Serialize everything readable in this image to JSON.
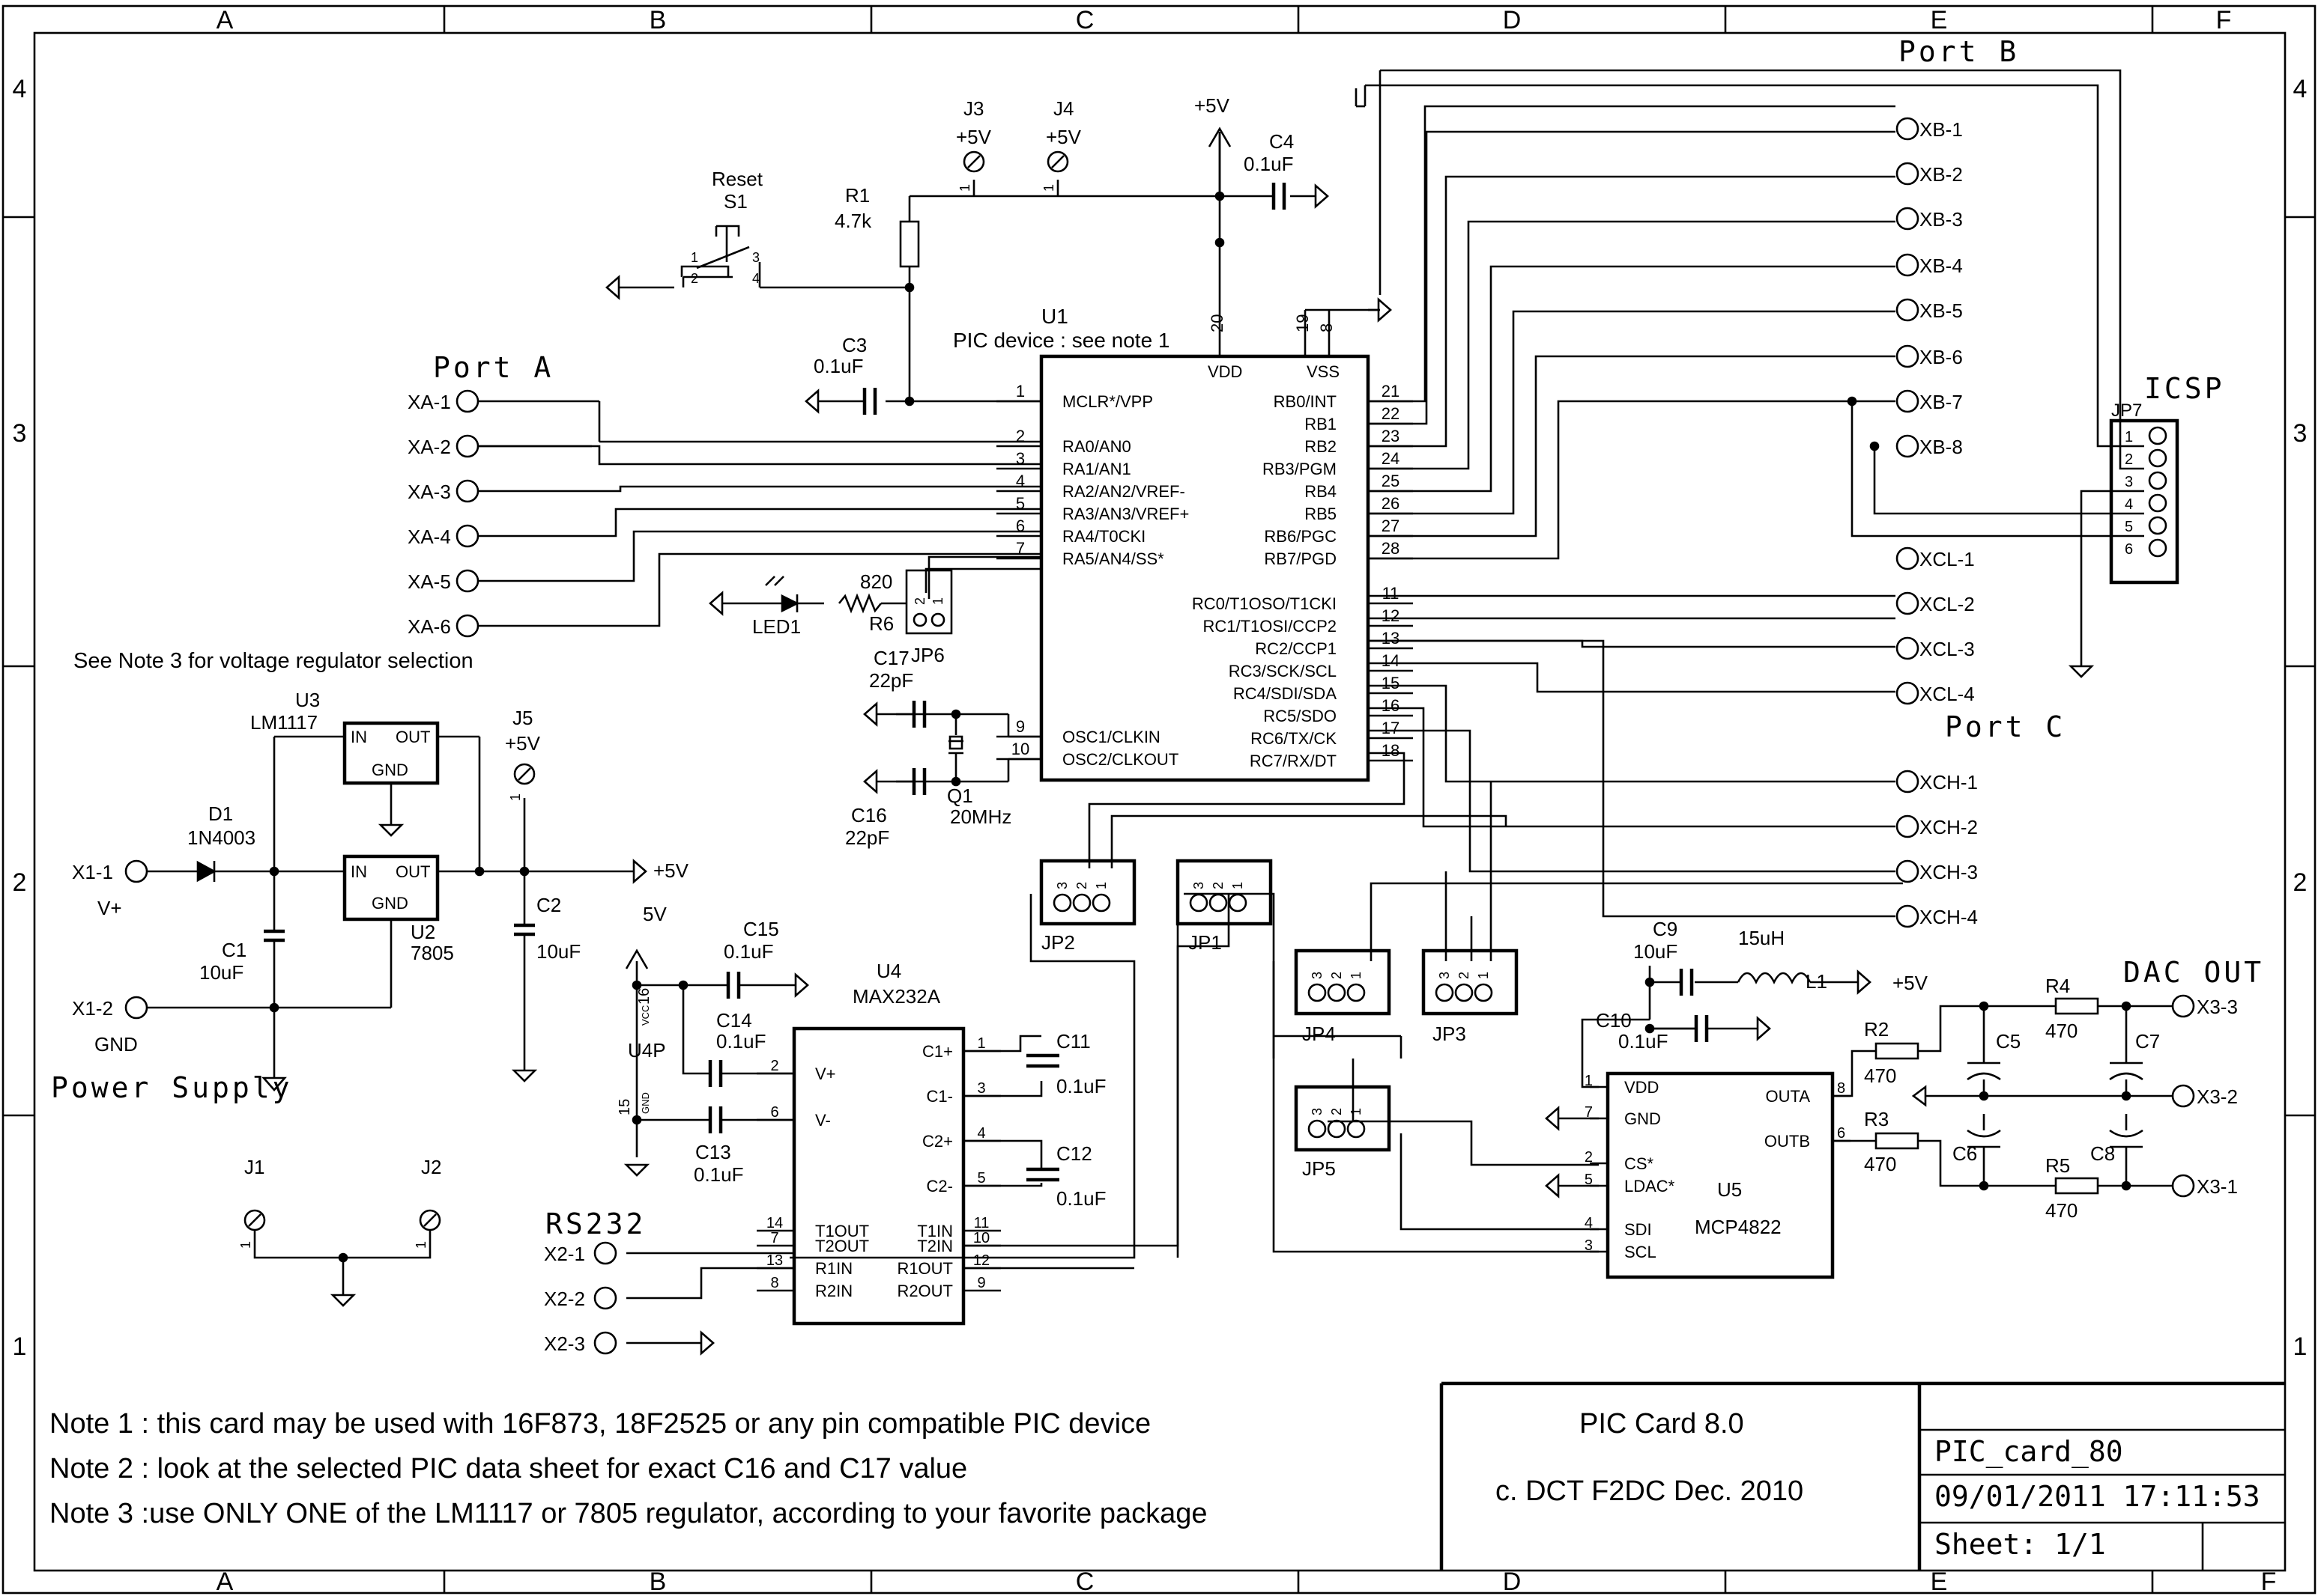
{
  "border": {
    "columns": [
      "A",
      "B",
      "C",
      "D",
      "E",
      "F"
    ],
    "rows": [
      "4",
      "3",
      "2",
      "1"
    ]
  },
  "headings": {
    "port_a": "Port A",
    "port_b": "Port B",
    "port_c": "Port C",
    "icsp": "ICSP",
    "dac_out": "DAC OUT",
    "power_supply": "Power Supply",
    "rs232": "RS232",
    "regulator_note": "See Note 3 for voltage regulator selection"
  },
  "u1": {
    "ref": "U1",
    "caption": "PIC device : see note 1",
    "vdd": "VDD",
    "vss": "VSS",
    "vdd_pin": "20",
    "vss_pins": [
      "19",
      "8"
    ],
    "left_pins": [
      {
        "num": "1",
        "name": "MCLR*/VPP"
      },
      {
        "num": "2",
        "name": "RA0/AN0"
      },
      {
        "num": "3",
        "name": "RA1/AN1"
      },
      {
        "num": "4",
        "name": "RA2/AN2/VREF-"
      },
      {
        "num": "5",
        "name": "RA3/AN3/VREF+"
      },
      {
        "num": "6",
        "name": "RA4/T0CKI"
      },
      {
        "num": "7",
        "name": "RA5/AN4/SS*"
      },
      {
        "num": "9",
        "name": "OSC1/CLKIN"
      },
      {
        "num": "10",
        "name": "OSC2/CLKOUT"
      }
    ],
    "right_pins": [
      {
        "num": "21",
        "name": "RB0/INT"
      },
      {
        "num": "22",
        "name": "RB1"
      },
      {
        "num": "23",
        "name": "RB2"
      },
      {
        "num": "24",
        "name": "RB3/PGM"
      },
      {
        "num": "25",
        "name": "RB4"
      },
      {
        "num": "26",
        "name": "RB5"
      },
      {
        "num": "27",
        "name": "RB6/PGC"
      },
      {
        "num": "28",
        "name": "RB7/PGD"
      },
      {
        "num": "11",
        "name": "RC0/T1OSO/T1CKI"
      },
      {
        "num": "12",
        "name": "RC1/T1OSI/CCP2"
      },
      {
        "num": "13",
        "name": "RC2/CCP1"
      },
      {
        "num": "14",
        "name": "RC3/SCK/SCL"
      },
      {
        "num": "15",
        "name": "RC4/SDI/SDA"
      },
      {
        "num": "16",
        "name": "RC5/SDO"
      },
      {
        "num": "17",
        "name": "RC6/TX/CK"
      },
      {
        "num": "18",
        "name": "RC7/RX/DT"
      }
    ]
  },
  "port_a_connectors": [
    "XA-1",
    "XA-2",
    "XA-3",
    "XA-4",
    "XA-5",
    "XA-6"
  ],
  "port_b_connectors": [
    "XB-1",
    "XB-2",
    "XB-3",
    "XB-4",
    "XB-5",
    "XB-6",
    "XB-7",
    "XB-8"
  ],
  "port_c_connectors": [
    "XCL-1",
    "XCL-2",
    "XCL-3",
    "XCL-4",
    "XCH-1",
    "XCH-2",
    "XCH-3",
    "XCH-4"
  ],
  "parts": {
    "j3": {
      "ref": "J3",
      "val": "+5V",
      "pin": "1"
    },
    "j4": {
      "ref": "J4",
      "val": "+5V",
      "pin": "1"
    },
    "j5": {
      "ref": "J5",
      "val": "+5V",
      "pin": "1"
    },
    "j1": {
      "ref": "J1",
      "pin": "1"
    },
    "j2": {
      "ref": "J2",
      "pin": "1"
    },
    "vcc_top": "+5V",
    "c4": {
      "ref": "C4",
      "val": "0.1uF"
    },
    "r1": {
      "ref": "R1",
      "val": "4.7k"
    },
    "s1": {
      "name": "Reset",
      "ref": "S1",
      "pins": [
        "1",
        "2",
        "3",
        "4"
      ]
    },
    "c3": {
      "ref": "C3",
      "val": "0.1uF"
    },
    "led1": {
      "ref": "LED1"
    },
    "r6": {
      "ref": "R6",
      "val": "820"
    },
    "jp6": {
      "ref": "JP6",
      "pins": [
        "2",
        "1"
      ]
    },
    "c17": {
      "ref": "C17",
      "val": "22pF"
    },
    "c16": {
      "ref": "C16",
      "val": "22pF"
    },
    "q1": {
      "ref": "Q1",
      "val": "20MHz"
    },
    "u3": {
      "ref": "U3",
      "val": "LM1117",
      "in": "IN",
      "out": "OUT",
      "gnd": "GND"
    },
    "u2": {
      "ref": "U2",
      "val": "7805",
      "in": "IN",
      "out": "OUT",
      "gnd": "GND"
    },
    "d1": {
      "ref": "D1",
      "val": "1N4003"
    },
    "c1": {
      "ref": "C1",
      "val": "10uF"
    },
    "c2": {
      "ref": "C2",
      "val": "10uF"
    },
    "x1_1": {
      "ref": "X1-1",
      "label": "V+"
    },
    "x1_2": {
      "ref": "X1-2",
      "label": "GND"
    },
    "out_5v": "+5V",
    "jp2": {
      "ref": "JP2",
      "pins": [
        "3",
        "2",
        "1"
      ]
    },
    "jp1": {
      "ref": "JP1",
      "pins": [
        "3",
        "2",
        "1"
      ]
    },
    "jp4": {
      "ref": "JP4",
      "pins": [
        "3",
        "2",
        "1"
      ]
    },
    "jp3": {
      "ref": "JP3",
      "pins": [
        "3",
        "2",
        "1"
      ]
    },
    "jp5": {
      "ref": "JP5",
      "pins": [
        "3",
        "2",
        "1"
      ]
    },
    "jp7": {
      "ref": "JP7",
      "pins": [
        "1",
        "2",
        "3",
        "4",
        "5",
        "6"
      ]
    },
    "c9": {
      "ref": "C9",
      "val": "10uF"
    },
    "l1": {
      "ref": "L1",
      "val": "15uH"
    },
    "l1_out": "+5V",
    "c10": {
      "ref": "C10",
      "val": "0.1uF"
    },
    "u5": {
      "ref": "U5",
      "val": "MCP4822",
      "pins": [
        {
          "num": "1",
          "name": "VDD"
        },
        {
          "num": "7",
          "name": "GND"
        },
        {
          "num": "2",
          "name": "CS*"
        },
        {
          "num": "5",
          "name": "LDAC*"
        },
        {
          "num": "4",
          "name": "SDI"
        },
        {
          "num": "3",
          "name": "SCL"
        },
        {
          "num": "8",
          "name": "OUTA"
        },
        {
          "num": "6",
          "name": "OUTB"
        }
      ]
    },
    "r4": {
      "ref": "R4",
      "val": "470"
    },
    "r2": {
      "ref": "R2",
      "val": "470"
    },
    "r3": {
      "ref": "R3",
      "val": "470"
    },
    "r5": {
      "ref": "R5",
      "val": "470"
    },
    "c5": {
      "ref": "C5"
    },
    "c6": {
      "ref": "C6"
    },
    "c7": {
      "ref": "C7"
    },
    "c8": {
      "ref": "C8"
    },
    "x3": [
      "X3-3",
      "X3-2",
      "X3-1"
    ],
    "u4": {
      "ref": "U4",
      "val": "MAX232A",
      "pins": [
        {
          "num": "2",
          "name": "V+"
        },
        {
          "num": "6",
          "name": "V-"
        },
        {
          "num": "14",
          "name": "T1OUT"
        },
        {
          "num": "7",
          "name": "T2OUT"
        },
        {
          "num": "13",
          "name": "R1IN"
        },
        {
          "num": "8",
          "name": "R2IN"
        },
        {
          "num": "1",
          "name": "C1+"
        },
        {
          "num": "3",
          "name": "C1-"
        },
        {
          "num": "4",
          "name": "C2+"
        },
        {
          "num": "5",
          "name": "C2-"
        },
        {
          "num": "11",
          "name": "T1IN"
        },
        {
          "num": "10",
          "name": "T2IN"
        },
        {
          "num": "12",
          "name": "R1OUT"
        },
        {
          "num": "9",
          "name": "R2OUT"
        }
      ]
    },
    "u4p": {
      "ref": "U4P",
      "vcc": "VCC",
      "gnd": "GND",
      "vcc_pin": "16",
      "gnd_pin": "15"
    },
    "vcc_5v": "5V",
    "c15": {
      "ref": "C15",
      "val": "0.1uF"
    },
    "c14": {
      "ref": "C14",
      "val": "0.1uF"
    },
    "c13": {
      "ref": "C13",
      "val": "0.1uF"
    },
    "c11": {
      "ref": "C11",
      "val": "0.1uF"
    },
    "c12": {
      "ref": "C12",
      "val": "0.1uF"
    },
    "x2": [
      "X2-1",
      "X2-2",
      "X2-3"
    ]
  },
  "notes": [
    "Note 1 : this card may be used with 16F873, 18F2525 or any pin compatible PIC device",
    "Note 2 : look at the selected PIC data sheet for exact C16 and C17 value",
    "Note 3 :use ONLY ONE of the LM1117 or 7805 regulator, according to your favorite package"
  ],
  "title_block": {
    "title": "PIC Card 8.0",
    "author": "c. DCT  F2DC Dec. 2010",
    "filename": "PIC_card_80",
    "timestamp": "09/01/2011 17:11:53",
    "sheet": "Sheet: 1/1"
  }
}
